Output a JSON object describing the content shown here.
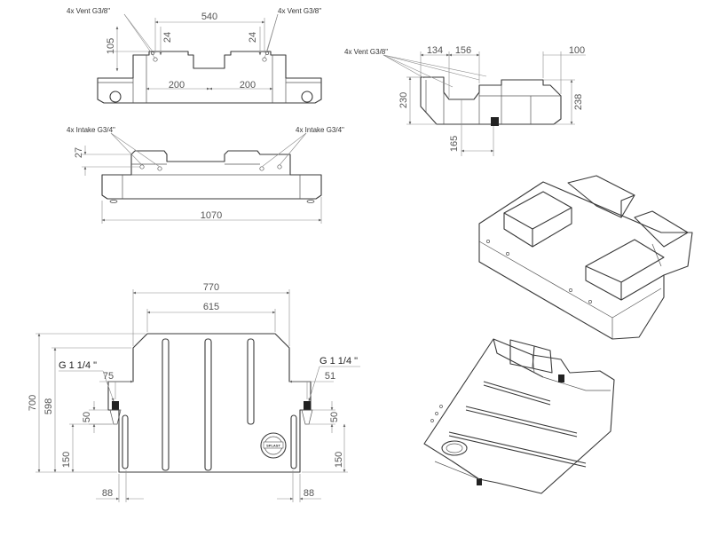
{
  "front": {
    "vent_left": "4x Vent G3/8\"",
    "vent_right": "4x Vent G3/8\"",
    "dim_540": "540",
    "dim_105": "105",
    "dim_24_left": "24",
    "dim_24_right": "24",
    "dim_200_left": "200",
    "dim_200_right": "200"
  },
  "rear": {
    "intake_left": "4x Intake G3/4\"",
    "intake_right": "4x Intake G3/4\"",
    "dim_27": "27",
    "dim_1070": "1070"
  },
  "side": {
    "vent": "4x Vent G3/8\"",
    "dim_134": "134",
    "dim_156": "156",
    "dim_100": "100",
    "dim_230": "230",
    "dim_238": "238",
    "dim_165": "165"
  },
  "top": {
    "dim_770": "770",
    "dim_615": "615",
    "dim_700": "700",
    "dim_598": "598",
    "thread_left": "G 1 1/4 \"",
    "thread_right": "G 1 1/4 \"",
    "dim_75": "75",
    "dim_51": "51",
    "dim_50_left": "50",
    "dim_50_right": "50",
    "dim_150_left": "150",
    "dim_150_right": "150",
    "dim_88_left": "88",
    "dim_88_right": "88",
    "cap_text": "SPLAST"
  }
}
